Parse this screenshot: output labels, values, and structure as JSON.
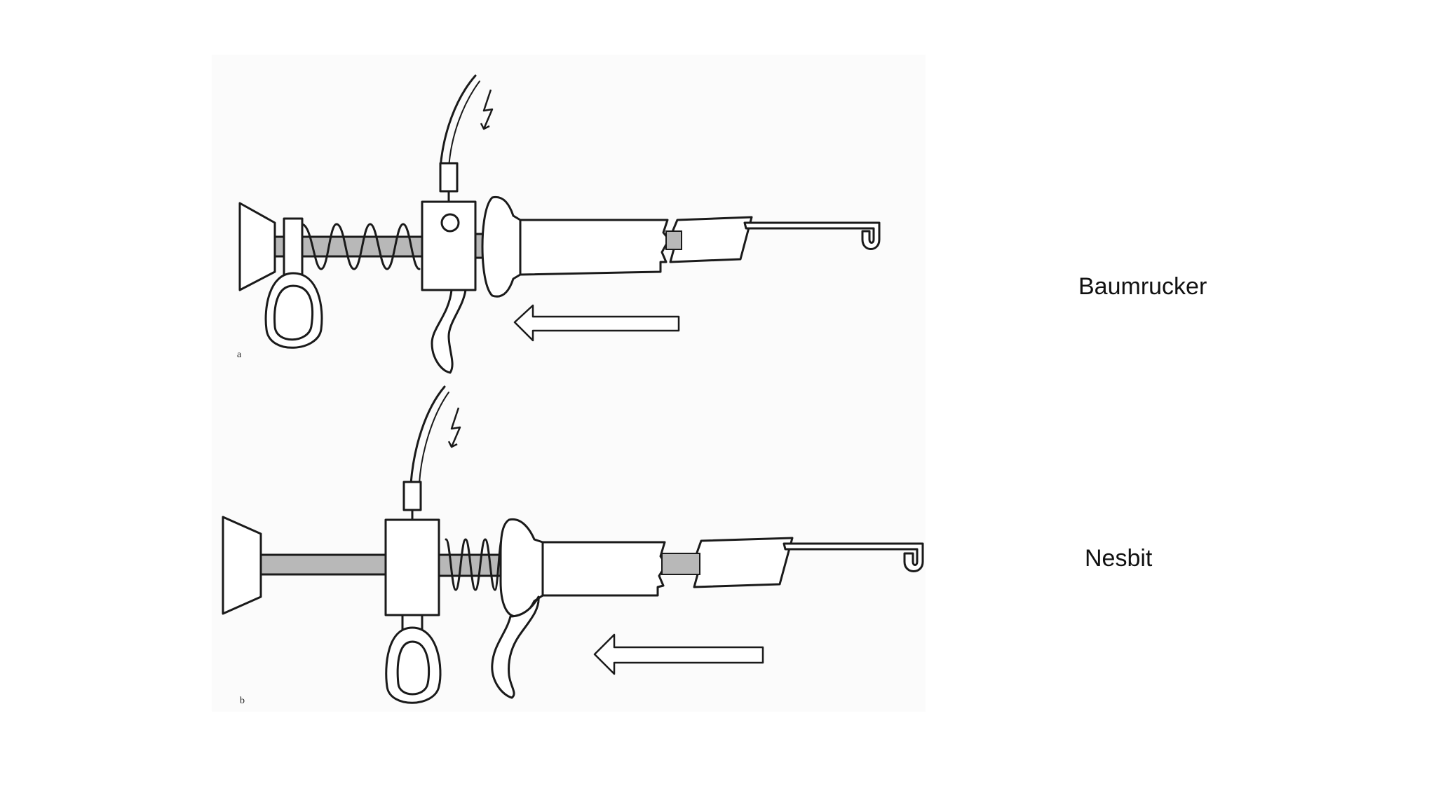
{
  "diagram": {
    "figures": [
      {
        "letter": "a",
        "caption": "Baumrucker"
      },
      {
        "letter": "b",
        "caption": "Nesbit"
      }
    ]
  },
  "colors": {
    "outline": "#1a1a1a",
    "shaft_fill": "#b8b8b8",
    "panel_bg": "#fbfbfb",
    "background": "#ffffff"
  },
  "icons": [
    "lightning-bolt-icon",
    "direction-arrow-icon"
  ]
}
